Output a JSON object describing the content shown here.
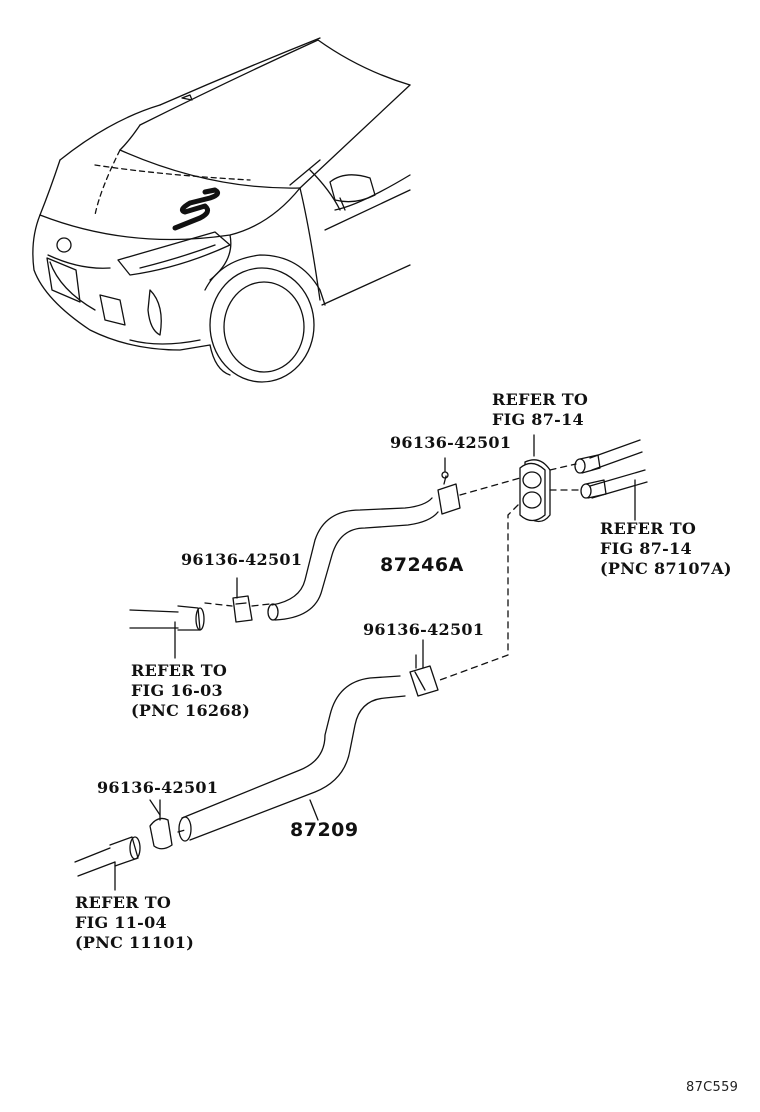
{
  "parts": {
    "hose_upper": "87246A",
    "hose_lower": "87209",
    "clip_top": "96136-42501",
    "clip_mid": "96136-42501",
    "clip_lower_right": "96136-42501",
    "clip_lower_left": "96136-42501"
  },
  "references": {
    "top_center": {
      "line1": "REFER TO",
      "line2": "FIG 87-14"
    },
    "right": {
      "line1": "REFER TO",
      "line2": "FIG 87-14",
      "line3": "(PNC 87107A)"
    },
    "mid_left": {
      "line1": "REFER TO",
      "line2": "FIG 16-03",
      "line3": "(PNC 16268)"
    },
    "bottom_left": {
      "line1": "REFER TO",
      "line2": "FIG 11-04",
      "line3": "(PNC 11101)"
    }
  },
  "figure_code": "87C559"
}
